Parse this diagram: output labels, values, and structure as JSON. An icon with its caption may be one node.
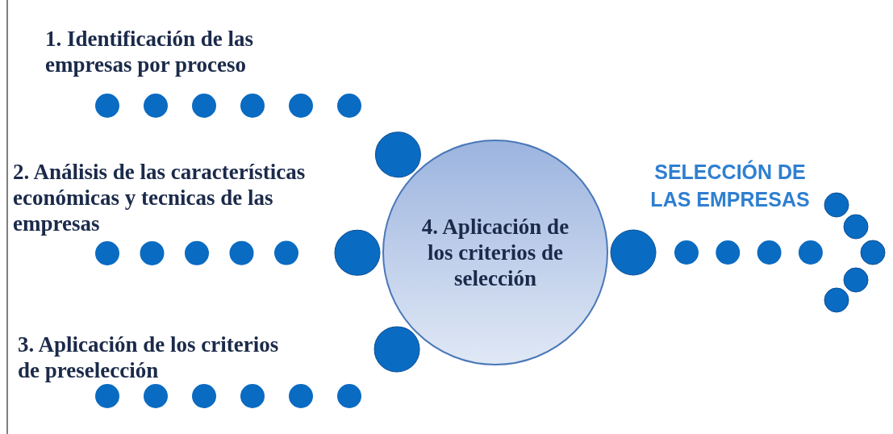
{
  "diagram": {
    "nodes": [
      {
        "text": [
          "1. Identificación de las empresas por proceso"
        ]
      },
      {
        "text": [
          "2. Análisis de las características  económicas y tecnicas de las empresas"
        ]
      },
      {
        "text": [
          "3. Aplicación de los criterios de preselección"
        ]
      },
      {
        "text": [
          "4. Aplicación de los criterios de selección"
        ]
      }
    ],
    "edges": [
      {
        "from": 0,
        "to": 3,
        "arrow": "other"
      },
      {
        "from": 1,
        "to": 3,
        "arrow": "other"
      },
      {
        "from": 2,
        "to": 3,
        "arrow": "other"
      },
      {
        "from": 3,
        "to": null,
        "arrow": "other"
      }
    ],
    "labels": [
      "SELECCIÓN DE LAS EMPRESAS"
    ]
  }
}
